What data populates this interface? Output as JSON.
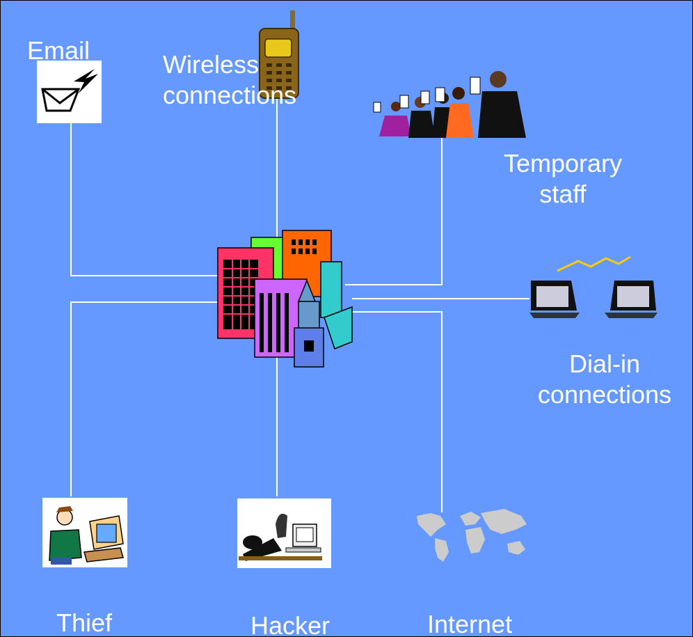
{
  "labels": {
    "email": "Email",
    "wireless_line1": "Wireless",
    "wireless_line2": "connections",
    "temp_line1": "Temporary",
    "temp_line2": "staff",
    "dialin_line1": "Dial-in",
    "dialin_line2": "connections",
    "thief": "Thief",
    "hacker": "Hacker",
    "internet": "Internet"
  },
  "icons": {
    "center": "office-buildings-icon",
    "email": "email-envelope-icon",
    "wireless": "mobile-phone-icon",
    "temporary_staff": "people-group-icon",
    "dial_in": "connected-computers-icon",
    "thief": "thief-breaking-computer-icon",
    "hacker": "hacker-at-computer-icon",
    "internet": "world-map-icon"
  },
  "colors": {
    "background": "#6699ff",
    "lines": "#ffffff",
    "text": "#ffffff"
  }
}
